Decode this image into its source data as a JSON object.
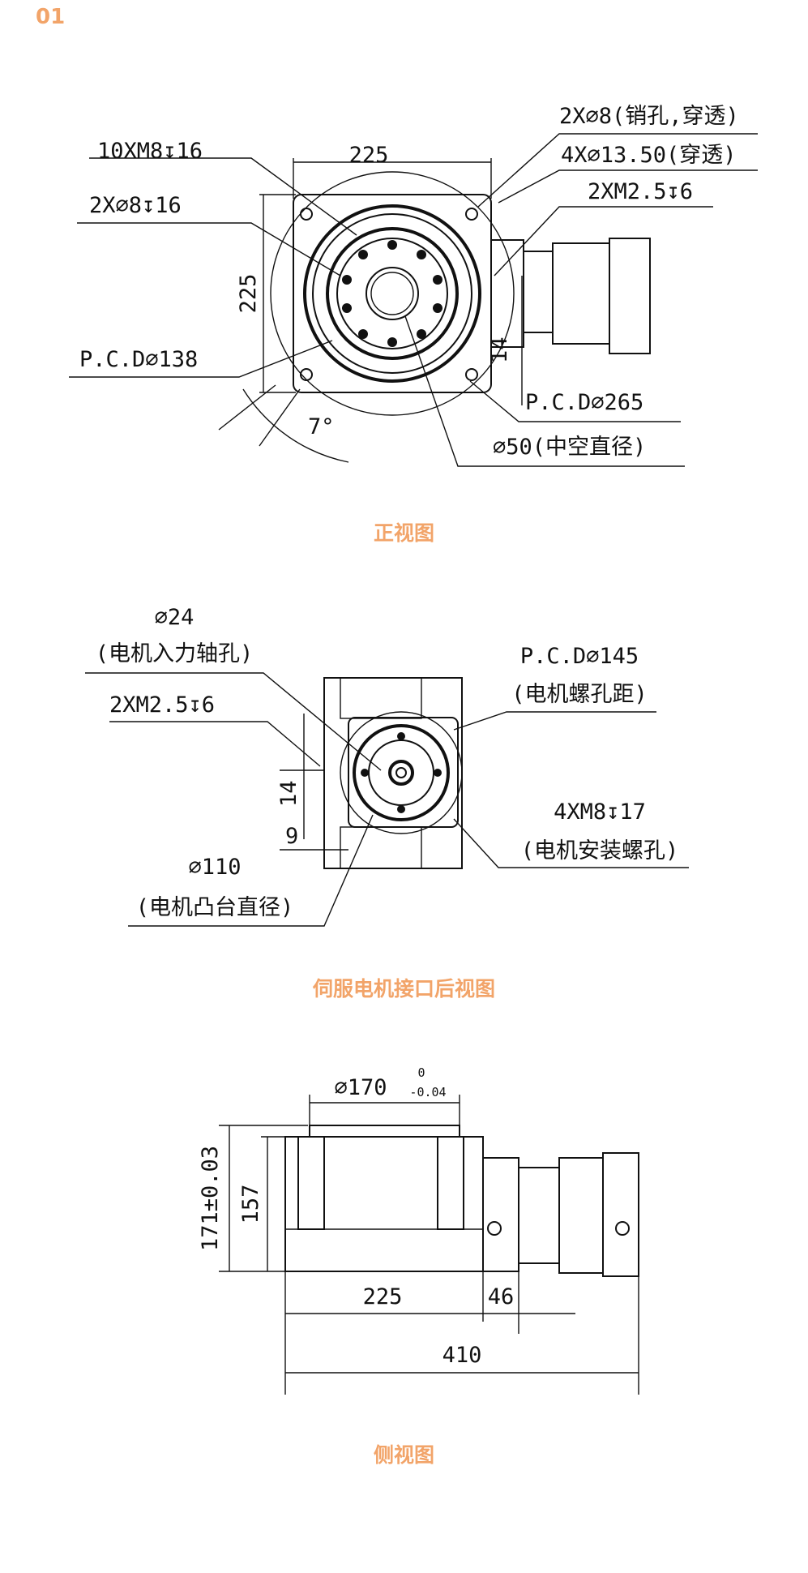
{
  "header": {
    "number": "01"
  },
  "colors": {
    "accent": "#f2a469",
    "line": "#111111"
  },
  "captions": {
    "front": "正视图",
    "rear": "伺服电机接口后视图",
    "side": "侧视图"
  },
  "front_view": {
    "labels": {
      "pin_holes": "2X⌀8(销孔,穿透)",
      "through_holes": "4X⌀13.50(穿透)",
      "motor_thread": "2XM2.5↧6",
      "thread_10": "10XM8↧16",
      "pin_2": "2X⌀8↧16",
      "width": "225",
      "height": "225",
      "pcd_138": "P.C.D⌀138",
      "pcd_265": "P.C.D⌀265",
      "hollow": "⌀50(中空直径)",
      "dim_14": "14",
      "angle": "7°"
    }
  },
  "rear_view": {
    "labels": {
      "shaft_dia": "⌀24",
      "shaft_text": "(电机入力轴孔)",
      "thread": "2XM2.5↧6",
      "pcd_145": "P.C.D⌀145",
      "pcd_text": "(电机螺孔距)",
      "m8": "4XM8↧17",
      "m8_text": "(电机安装螺孔)",
      "dim_14": "14",
      "dim_9": "9",
      "boss_dia": "⌀110",
      "boss_text": "(电机凸台直径)"
    }
  },
  "side_view": {
    "labels": {
      "dia_170": "⌀170",
      "tol_upper": "0",
      "tol_lower": "-0.04",
      "height_171": "171±0.03",
      "height_157": "157",
      "width_225": "225",
      "dim_46": "46",
      "total_410": "410"
    }
  }
}
